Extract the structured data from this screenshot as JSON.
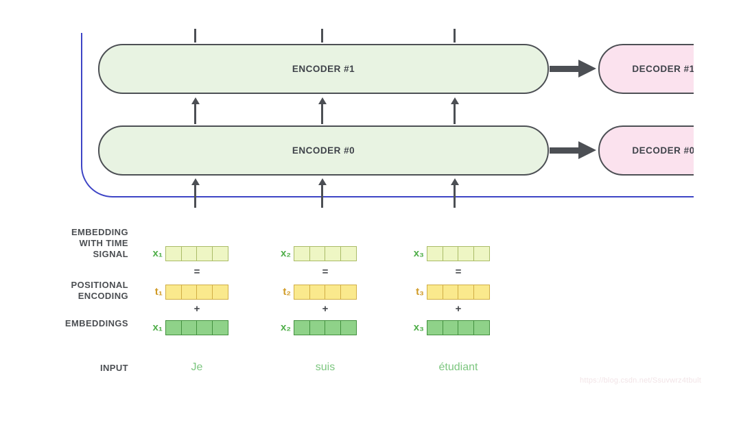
{
  "colors": {
    "canvas-bg": "#ffffff",
    "box-border": "#4c4f54",
    "encoder-fill": "#e8f3e2",
    "decoder-fill": "#fbe2ee",
    "container-blue": "#3d44c5",
    "arrow": "#4c4f54",
    "box-text": "#3f434a",
    "label-text": "#4b4e52",
    "x-label": "#4fae49",
    "t-label": "#d09a25",
    "word-green": "#7cc67f",
    "cell1-fill": "#eef6c4",
    "cell1-border": "#a9bb66",
    "cell2-fill": "#fae98d",
    "cell2-border": "#d0ad45",
    "cell3-fill": "#8fd289",
    "cell3-border": "#42903e",
    "operator": "#45484d",
    "watermark": "#f2e4e7"
  },
  "encoder_stack": {
    "encoders": [
      {
        "label": "ENCODER #1"
      },
      {
        "label": "ENCODER #0"
      }
    ]
  },
  "decoder_stack": {
    "decoders": [
      {
        "label": "DECODER #1"
      },
      {
        "label": "DECODER #0"
      }
    ]
  },
  "row_labels": {
    "embedding_time": [
      "EMBEDDING",
      "WITH TIME",
      "SIGNAL"
    ],
    "positional": [
      "POSITIONAL",
      "ENCODING"
    ],
    "embeddings": "EMBEDDINGS",
    "input": "INPUT"
  },
  "operators": {
    "equals": "=",
    "plus": "+"
  },
  "columns": [
    {
      "time_vector_label": "x₁",
      "pos_vector_label": "t₁",
      "embedding_label": "x₁",
      "word": "Je"
    },
    {
      "time_vector_label": "x₂",
      "pos_vector_label": "t₂",
      "embedding_label": "x₂",
      "word": "suis"
    },
    {
      "time_vector_label": "x₃",
      "pos_vector_label": "t₃",
      "embedding_label": "x₃",
      "word": "étudiant"
    }
  ],
  "watermark_text": "https://blog.csdn.net/Ssuvwrz4tbult"
}
